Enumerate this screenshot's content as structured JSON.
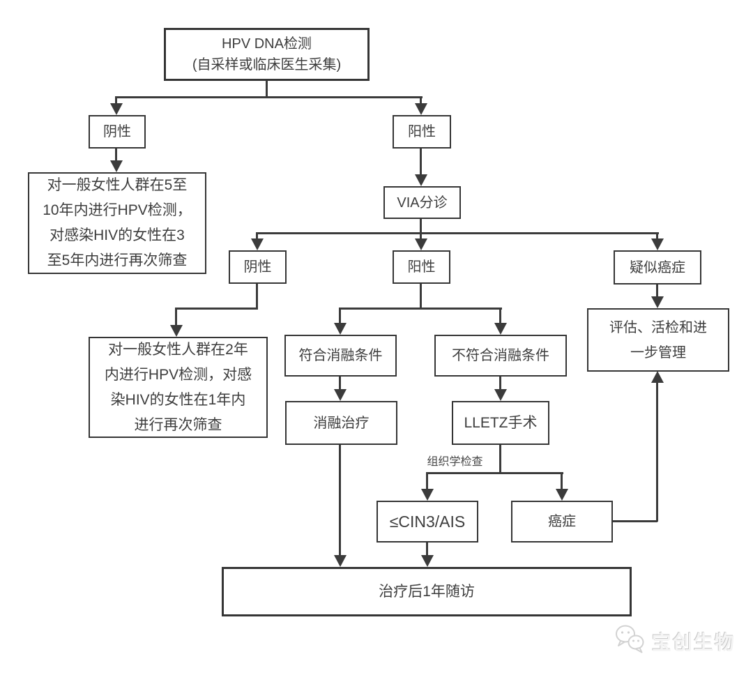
{
  "diagram": {
    "nodes": {
      "hpv_test": {
        "label": "HPV DNA检测\n(自采样或临床医生采集)"
      },
      "negative_1": {
        "label": "阴性"
      },
      "positive_1": {
        "label": "阳性"
      },
      "rescreen_5_10": {
        "label": "对一般女性人群在5至\n10年内进行HPV检测，\n对感染HIV的女性在3\n至5年内进行再次筛查"
      },
      "via_triage": {
        "label": "VIA分诊"
      },
      "negative_2": {
        "label": "阴性"
      },
      "positive_2": {
        "label": "阳性"
      },
      "suspected_cancer": {
        "label": "疑似癌症"
      },
      "rescreen_2": {
        "label": "对一般女性人群在2年\n内进行HPV检测，对感\n染HIV的女性在1年内\n进行再次筛查"
      },
      "evaluation": {
        "label": "评估、活检和进\n一步管理"
      },
      "ablation_eligible": {
        "label": "符合消融条件"
      },
      "ablation_not_eligible": {
        "label": "不符合消融条件"
      },
      "ablation_treatment": {
        "label": "消融治疗"
      },
      "lletz_surgery": {
        "label": "LLETZ手术"
      },
      "cin3_ais": {
        "label": "≤CIN3/AIS"
      },
      "cancer": {
        "label": "癌症"
      },
      "followup": {
        "label": "治疗后1年随访"
      }
    },
    "edge_labels": {
      "histology": "组织学检查"
    },
    "watermark": {
      "brand": "宝创生物",
      "logo": "wechat-bubbles-icon"
    },
    "colors": {
      "line": "#3b3b3b",
      "border": "#353535",
      "text": "#3d3d3d",
      "background": "#ffffff",
      "watermark": "#e8e8e8"
    }
  }
}
